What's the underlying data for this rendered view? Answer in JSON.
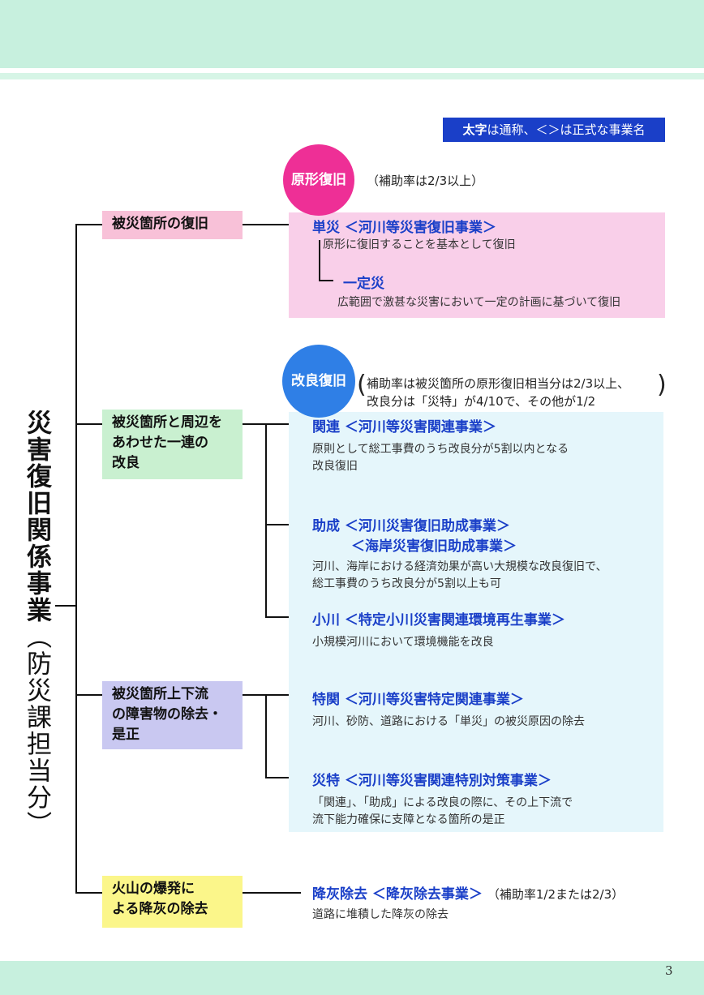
{
  "legend": {
    "bold": "太字",
    "rest": "は通称、＜＞は正式な事業名"
  },
  "vertical_title": {
    "main": "災害復旧関係事業",
    "sub": "（防災課担当分）"
  },
  "categories": [
    {
      "label": "被災箇所の復旧"
    },
    {
      "label_l1": "被災箇所と周辺を",
      "label_l2": "あわせた一連の",
      "label_l3": "改良"
    },
    {
      "label_l1": "被災箇所上下流",
      "label_l2": "の障害物の除去・",
      "label_l3": "是正"
    },
    {
      "label_l1": "火山の爆発に",
      "label_l2": "よる降灰の除去"
    }
  ],
  "groups": {
    "genkei": {
      "badge": "原形復旧",
      "rate": "（補助率は2/3以上）"
    },
    "kairyo": {
      "badge": "改良復旧",
      "rate_l1": "補助率は被災箇所の原形復旧相当分は2/3以上、",
      "rate_l2": "改良分は「災特」が4/10で、その他が1/2"
    }
  },
  "projects": {
    "tansai": {
      "short": "単災",
      "formal": "＜河川等災害復旧事業＞",
      "desc": "原形に復旧することを基本として復旧"
    },
    "itteisai": {
      "short": "一定災",
      "desc": "広範囲で激甚な災害において一定の計画に基づいて復旧"
    },
    "kanren": {
      "short": "関連",
      "formal": "＜河川等災害関連事業＞",
      "desc_l1": "原則として総工事費のうち改良分が5割以内となる",
      "desc_l2": "改良復旧"
    },
    "josei": {
      "short": "助成",
      "formal_l1": "＜河川災害復旧助成事業＞",
      "formal_l2": "＜海岸災害復旧助成事業＞",
      "desc_l1": "河川、海岸における経済効果が高い大規模な改良復旧で、",
      "desc_l2": "総工事費のうち改良分が5割以上も可"
    },
    "ogawa": {
      "short": "小川",
      "formal": "＜特定小川災害関連環境再生事業＞",
      "desc": "小規模河川において環境機能を改良"
    },
    "tokkan": {
      "short": "特関",
      "formal": "＜河川等災害特定関連事業＞",
      "desc": "河川、砂防、道路における「単災」の被災原因の除去"
    },
    "saitoku": {
      "short": "災特",
      "formal": "＜河川等災害関連特別対策事業＞",
      "desc_l1": "「関連」、「助成」による改良の際に、その上下流で",
      "desc_l2": "流下能力確保に支障となる箇所の是正"
    },
    "kouhai": {
      "short": "降灰除去",
      "formal": "＜降灰除去事業＞",
      "rate": "（補助率1/2または2/3）",
      "desc": "道路に堆積した降灰の除去"
    }
  },
  "page_number": "3"
}
